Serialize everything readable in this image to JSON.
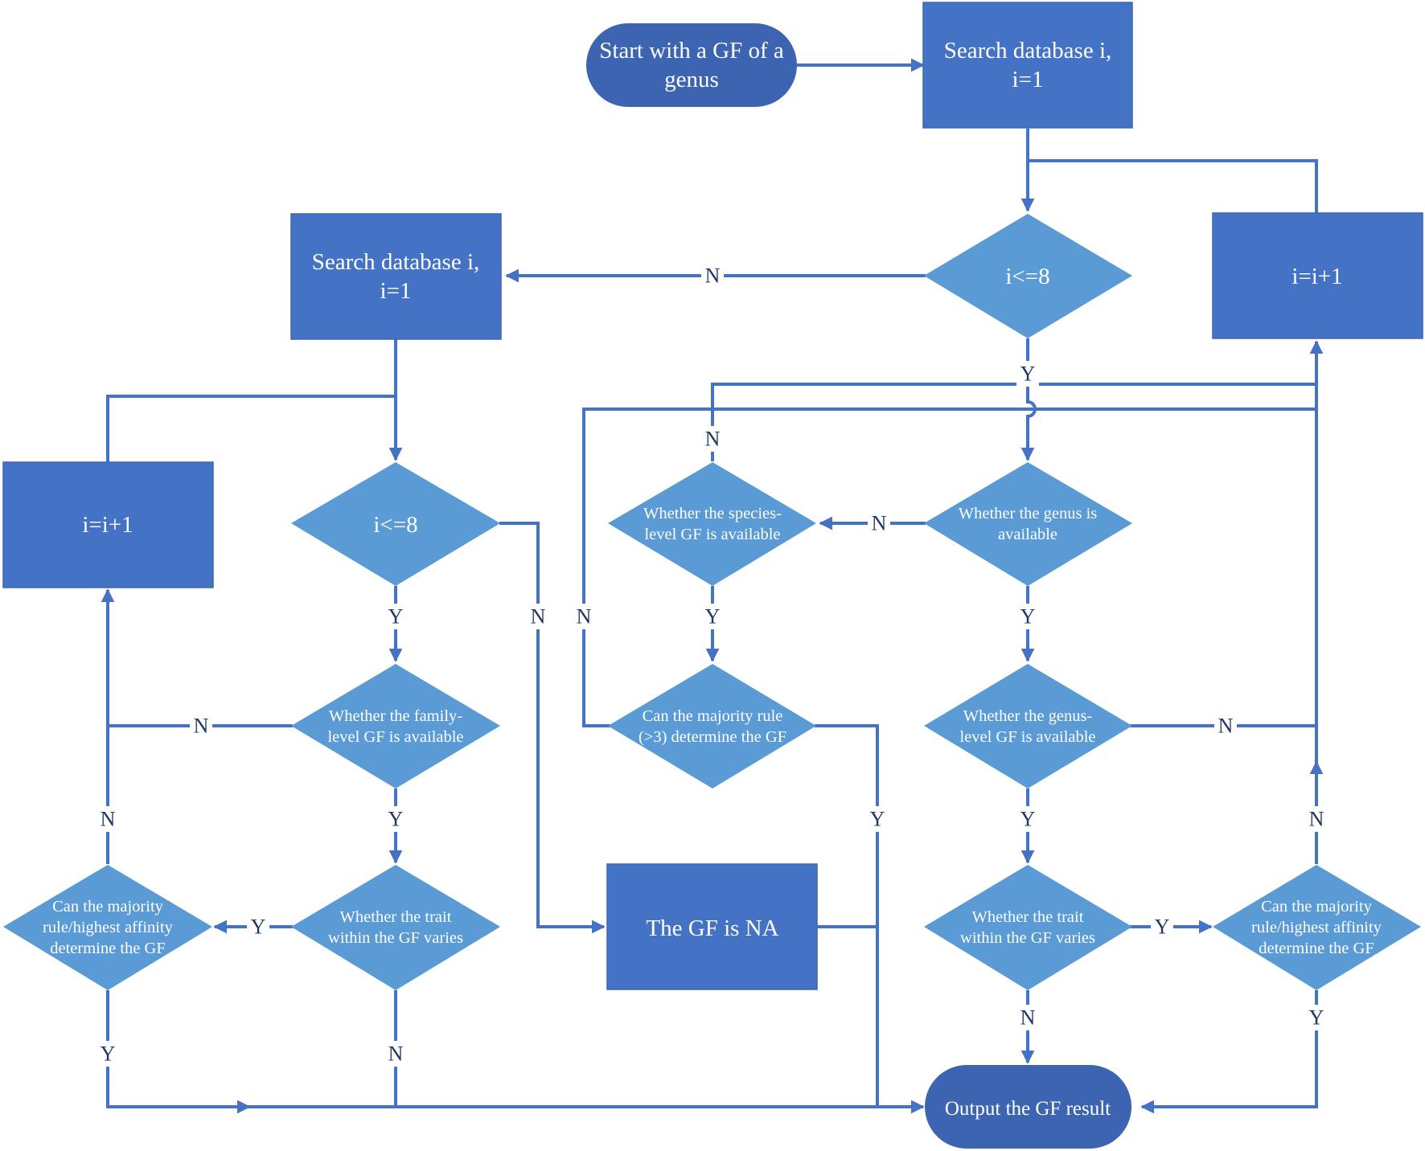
{
  "colors": {
    "line": "#4472C4",
    "process_box": "#4472C4",
    "terminal": "#3C64B1",
    "decision": "#5B9BD5",
    "node_text": "#ffffff",
    "edge_label": "#1f3864"
  },
  "nodes": {
    "start": {
      "lines": [
        "Start with a GF of a",
        "genus"
      ]
    },
    "search_db_top": {
      "lines": [
        "Search database i,",
        "i=1"
      ]
    },
    "search_db_left": {
      "lines": [
        "Search database i,",
        "i=1"
      ]
    },
    "increment_left": {
      "lines": [
        "i=i+1"
      ]
    },
    "increment_right": {
      "lines": [
        "i=i+1"
      ]
    },
    "check_i_top": {
      "lines": [
        "i<=8"
      ]
    },
    "check_i_left": {
      "lines": [
        "i<=8"
      ]
    },
    "genus_available": {
      "lines": [
        "Whether the  genus is",
        "available"
      ]
    },
    "species_gf_available": {
      "lines": [
        "Whether the species-",
        "level GF is available"
      ]
    },
    "majority_rule_3": {
      "lines": [
        "Can the majority rule",
        "(>3) determine the GF"
      ]
    },
    "genus_gf_available": {
      "lines": [
        "Whether the genus-",
        "level GF is available"
      ]
    },
    "family_gf_available": {
      "lines": [
        "Whether the family-",
        "level GF is available"
      ]
    },
    "trait_varies_right": {
      "lines": [
        "Whether the trait",
        "within the GF varies"
      ]
    },
    "trait_varies_left": {
      "lines": [
        "Whether the trait",
        "within the GF varies"
      ]
    },
    "majority_affinity_left": {
      "lines": [
        "Can the majority",
        "rule/highest affinity",
        "determine the GF"
      ]
    },
    "majority_affinity_right": {
      "lines": [
        "Can the majority",
        "rule/highest affinity",
        "determine the GF"
      ]
    },
    "gf_na": {
      "lines": [
        "The GF is NA"
      ]
    },
    "output": {
      "lines": [
        "Output the GF result"
      ]
    }
  },
  "edge_labels": {
    "top_i_no": "N",
    "top_i_yes": "Y",
    "genus_no": "N",
    "genus_yes": "Y",
    "species_no": "N",
    "species_yes": "Y",
    "majority3_no": "N",
    "majority3_yes": "Y",
    "genus_gf_no": "N",
    "genus_gf_yes": "Y",
    "trait_right_yes": "Y",
    "trait_right_no": "N",
    "affinity_right_no": "N",
    "affinity_right_yes": "Y",
    "left_i_yes": "Y",
    "left_i_no": "N",
    "family_no": "N",
    "family_yes": "Y",
    "trait_left_yes": "Y",
    "trait_left_no": "N",
    "affinity_left_no": "N",
    "affinity_left_yes": "Y"
  }
}
